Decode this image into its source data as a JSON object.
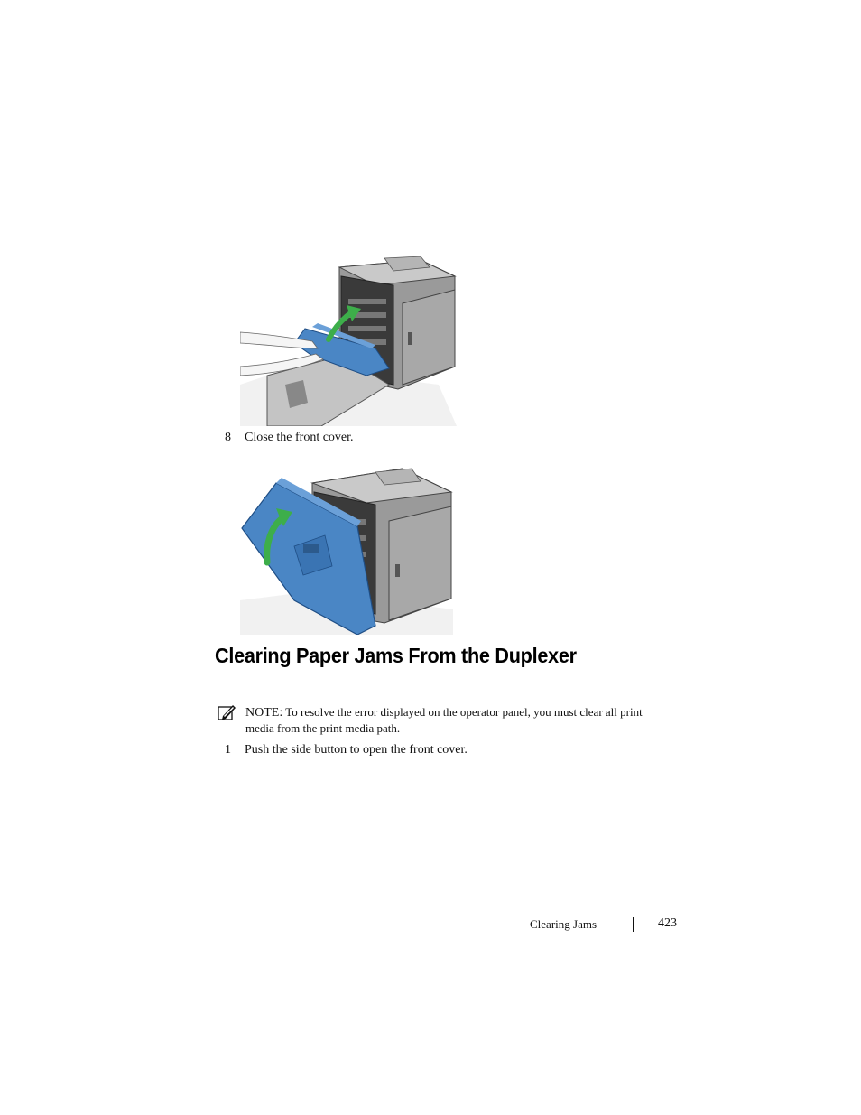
{
  "steps": {
    "step8": {
      "number": "8",
      "text": "Close the front cover."
    },
    "step1": {
      "number": "1",
      "text": "Push the side button to open the front cover."
    }
  },
  "section_heading": "Clearing Paper Jams From the Duplexer",
  "note": {
    "label": "NOTE:",
    "text": "To resolve the error displayed on the operator panel, you must clear all print media from the print media path."
  },
  "footer": {
    "section": "Clearing Jams",
    "page": "423"
  },
  "icons": {
    "note": "pencil-note-icon",
    "arrow": "curved-arrow-icon"
  },
  "colors": {
    "cover_blue": "#4a86c5",
    "arrow_green": "#3dae4a",
    "printer_gray": "#8f8f8f"
  }
}
